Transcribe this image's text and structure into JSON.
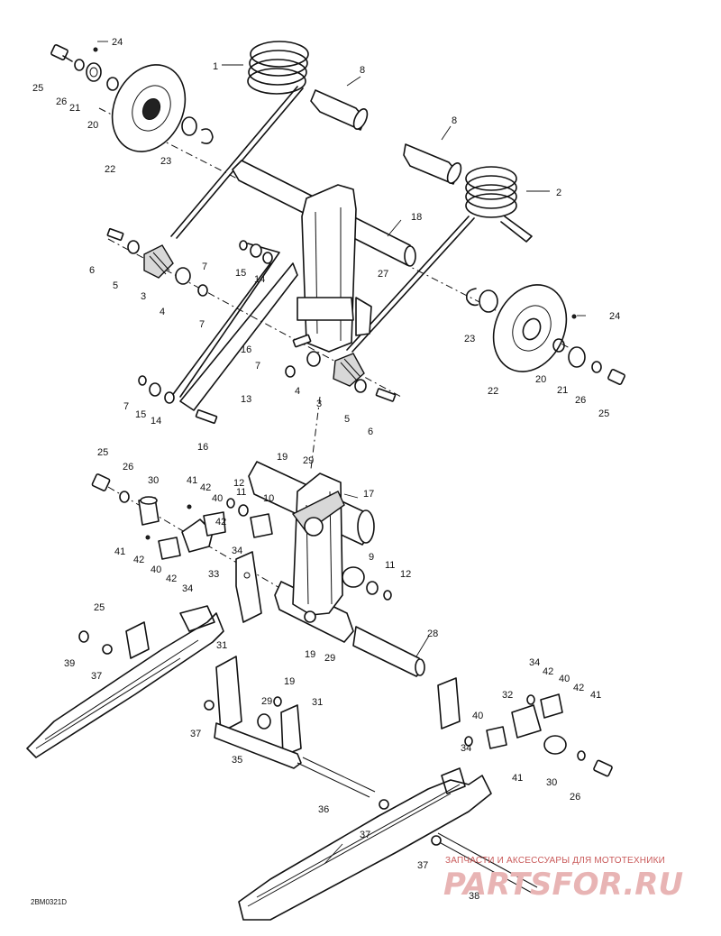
{
  "drawing": {
    "code": "2BM0321D",
    "watermark_line": "ЗАПЧАСТИ И АКСЕССУАРЫ ДЛЯ МОТОТЕХНИКИ",
    "watermark_logo": "PARTSFOR.RU"
  },
  "callouts": [
    {
      "label": "1"
    },
    {
      "label": "2"
    },
    {
      "label": "3"
    },
    {
      "label": "3"
    },
    {
      "label": "4"
    },
    {
      "label": "4"
    },
    {
      "label": "5"
    },
    {
      "label": "5"
    },
    {
      "label": "6"
    },
    {
      "label": "6"
    },
    {
      "label": "7"
    },
    {
      "label": "7"
    },
    {
      "label": "7"
    },
    {
      "label": "7"
    },
    {
      "label": "8"
    },
    {
      "label": "8"
    },
    {
      "label": "9"
    },
    {
      "label": "10"
    },
    {
      "label": "11"
    },
    {
      "label": "11"
    },
    {
      "label": "12"
    },
    {
      "label": "12"
    },
    {
      "label": "13"
    },
    {
      "label": "14"
    },
    {
      "label": "14"
    },
    {
      "label": "15"
    },
    {
      "label": "15"
    },
    {
      "label": "16"
    },
    {
      "label": "16"
    },
    {
      "label": "17"
    },
    {
      "label": "18"
    },
    {
      "label": "19"
    },
    {
      "label": "19"
    },
    {
      "label": "19"
    },
    {
      "label": "20"
    },
    {
      "label": "20"
    },
    {
      "label": "21"
    },
    {
      "label": "21"
    },
    {
      "label": "22"
    },
    {
      "label": "22"
    },
    {
      "label": "23"
    },
    {
      "label": "23"
    },
    {
      "label": "24"
    },
    {
      "label": "24"
    },
    {
      "label": "25"
    },
    {
      "label": "25"
    },
    {
      "label": "25"
    },
    {
      "label": "25"
    },
    {
      "label": "26"
    },
    {
      "label": "26"
    },
    {
      "label": "26"
    },
    {
      "label": "26"
    },
    {
      "label": "27"
    },
    {
      "label": "28"
    },
    {
      "label": "29"
    },
    {
      "label": "29"
    },
    {
      "label": "29"
    },
    {
      "label": "30"
    },
    {
      "label": "30"
    },
    {
      "label": "31"
    },
    {
      "label": "31"
    },
    {
      "label": "32"
    },
    {
      "label": "33"
    },
    {
      "label": "34"
    },
    {
      "label": "34"
    },
    {
      "label": "34"
    },
    {
      "label": "34"
    },
    {
      "label": "35"
    },
    {
      "label": "36"
    },
    {
      "label": "37"
    },
    {
      "label": "37"
    },
    {
      "label": "37"
    },
    {
      "label": "37"
    },
    {
      "label": "38"
    },
    {
      "label": "39"
    },
    {
      "label": "40"
    },
    {
      "label": "40"
    },
    {
      "label": "40"
    },
    {
      "label": "40"
    },
    {
      "label": "41"
    },
    {
      "label": "41"
    },
    {
      "label": "41"
    },
    {
      "label": "41"
    },
    {
      "label": "42"
    },
    {
      "label": "42"
    },
    {
      "label": "42"
    },
    {
      "label": "42"
    },
    {
      "label": "42"
    },
    {
      "label": "42"
    }
  ]
}
